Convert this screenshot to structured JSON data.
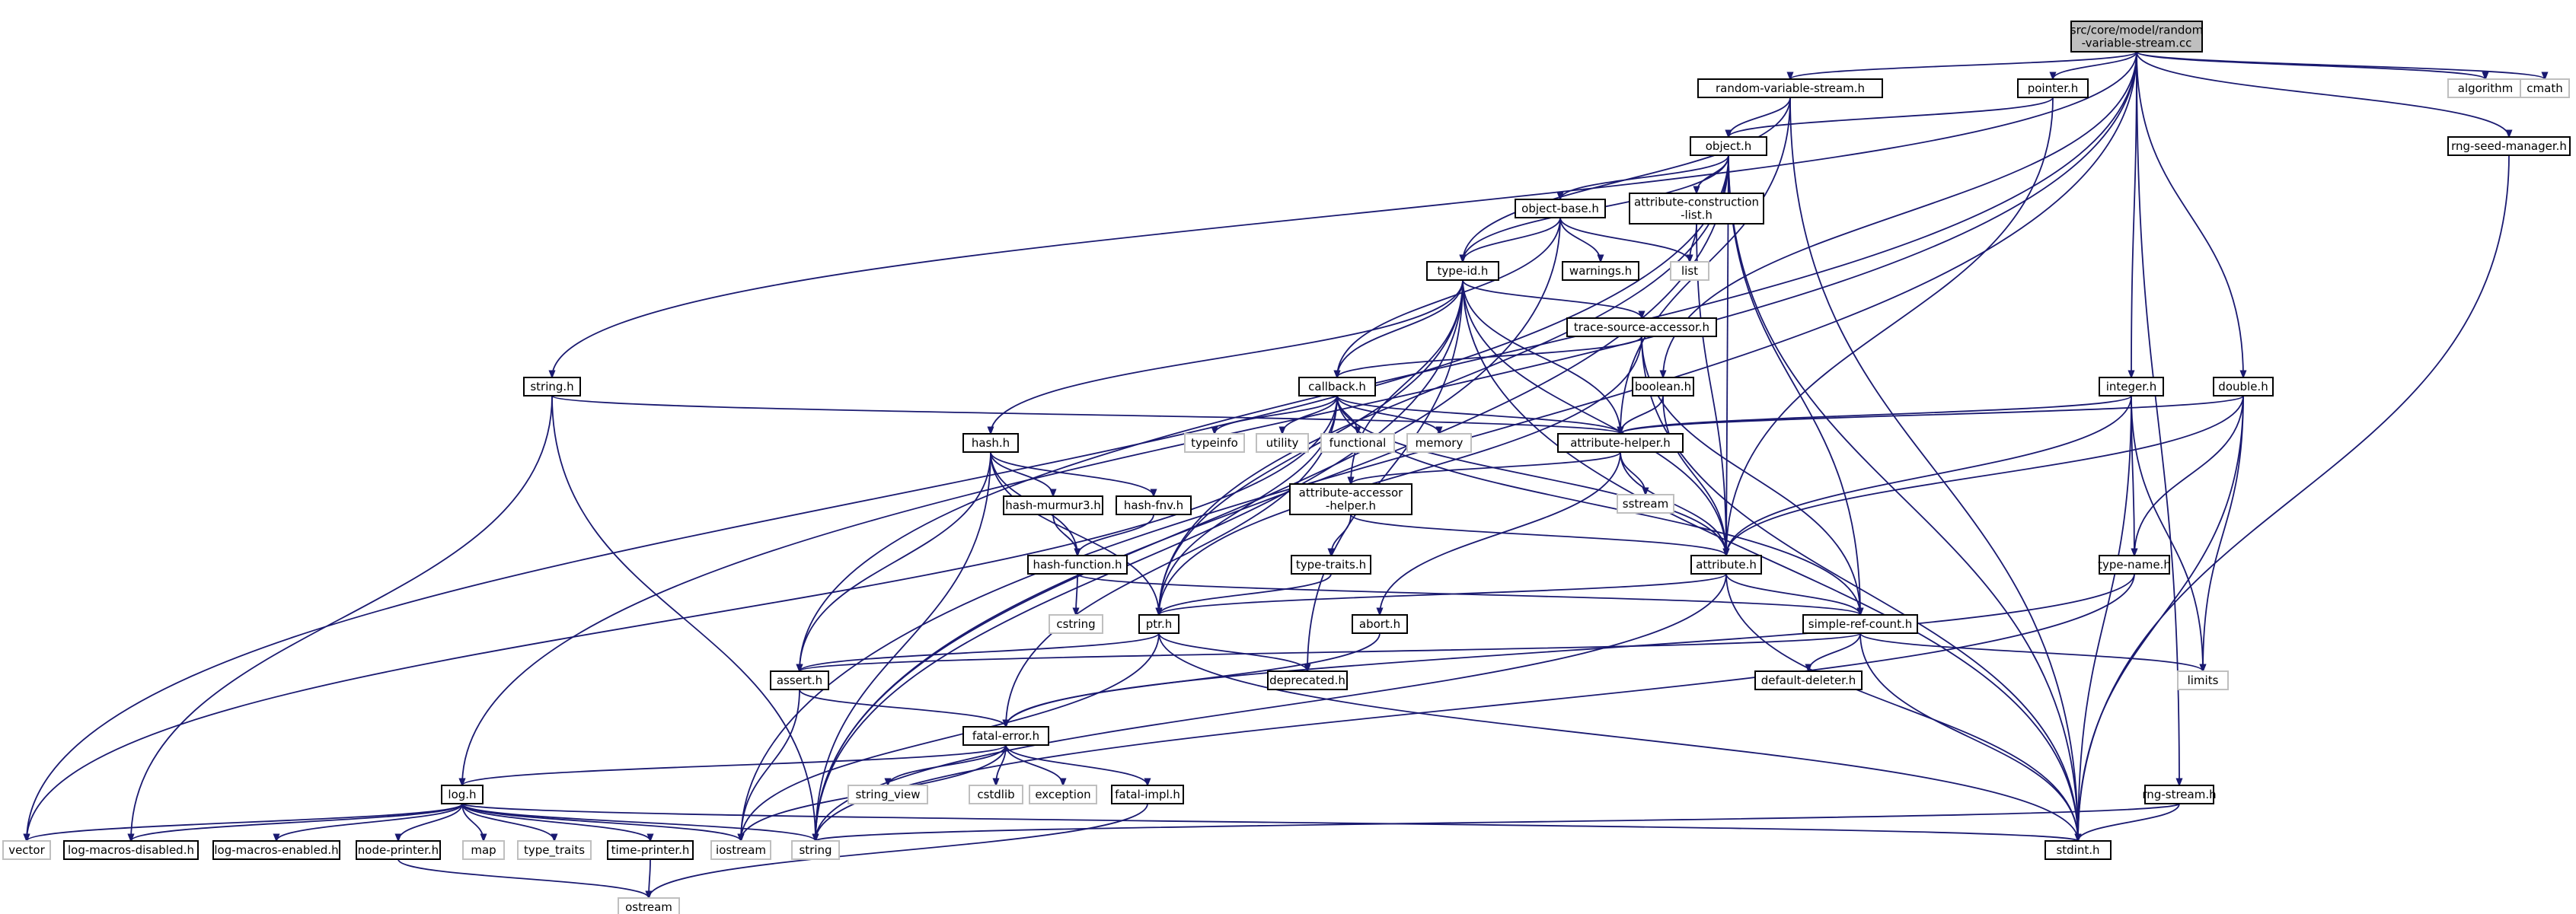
{
  "colors": {
    "edge": "#191970",
    "root_fill": "#bfbfbf",
    "external_border": "#bfbfbf",
    "box_border": "#000000"
  },
  "nodes": [
    {
      "id": "root",
      "label": [
        "src/core/model/random",
        "-variable-stream.cc"
      ],
      "kind": "root"
    },
    {
      "id": "rvs_h",
      "label": [
        "random-variable-stream.h"
      ],
      "kind": "file"
    },
    {
      "id": "pointer_h",
      "label": [
        "pointer.h"
      ],
      "kind": "file"
    },
    {
      "id": "algorithm",
      "label": [
        "algorithm"
      ],
      "kind": "external"
    },
    {
      "id": "cmath",
      "label": [
        "cmath"
      ],
      "kind": "external"
    },
    {
      "id": "rng_seed",
      "label": [
        "rng-seed-manager.h"
      ],
      "kind": "file"
    },
    {
      "id": "object_h",
      "label": [
        "object.h"
      ],
      "kind": "file"
    },
    {
      "id": "object_base_h",
      "label": [
        "object-base.h"
      ],
      "kind": "file"
    },
    {
      "id": "acl_h",
      "label": [
        "attribute-construction",
        "-list.h"
      ],
      "kind": "file"
    },
    {
      "id": "warnings_h",
      "label": [
        "warnings.h"
      ],
      "kind": "file"
    },
    {
      "id": "list",
      "label": [
        "list"
      ],
      "kind": "external"
    },
    {
      "id": "type_id_h",
      "label": [
        "type-id.h"
      ],
      "kind": "file"
    },
    {
      "id": "tsa_h",
      "label": [
        "trace-source-accessor.h"
      ],
      "kind": "file"
    },
    {
      "id": "string_h",
      "label": [
        "string.h"
      ],
      "kind": "file"
    },
    {
      "id": "callback_h",
      "label": [
        "callback.h"
      ],
      "kind": "file"
    },
    {
      "id": "boolean_h",
      "label": [
        "boolean.h"
      ],
      "kind": "file"
    },
    {
      "id": "integer_h",
      "label": [
        "integer.h"
      ],
      "kind": "file"
    },
    {
      "id": "double_h",
      "label": [
        "double.h"
      ],
      "kind": "file"
    },
    {
      "id": "hash_h",
      "label": [
        "hash.h"
      ],
      "kind": "file"
    },
    {
      "id": "typeinfo",
      "label": [
        "typeinfo"
      ],
      "kind": "external"
    },
    {
      "id": "utility",
      "label": [
        "utility"
      ],
      "kind": "external"
    },
    {
      "id": "functional",
      "label": [
        "functional"
      ],
      "kind": "external"
    },
    {
      "id": "memory",
      "label": [
        "memory"
      ],
      "kind": "external"
    },
    {
      "id": "attr_helper_h",
      "label": [
        "attribute-helper.h"
      ],
      "kind": "file"
    },
    {
      "id": "sstream",
      "label": [
        "sstream"
      ],
      "kind": "external"
    },
    {
      "id": "murmur_h",
      "label": [
        "hash-murmur3.h"
      ],
      "kind": "file"
    },
    {
      "id": "fnv_h",
      "label": [
        "hash-fnv.h"
      ],
      "kind": "file"
    },
    {
      "id": "aah_h",
      "label": [
        "attribute-accessor",
        "-helper.h"
      ],
      "kind": "file"
    },
    {
      "id": "hash_fn_h",
      "label": [
        "hash-function.h"
      ],
      "kind": "file"
    },
    {
      "id": "type_traits_h",
      "label": [
        "type-traits.h"
      ],
      "kind": "file"
    },
    {
      "id": "attribute_h",
      "label": [
        "attribute.h"
      ],
      "kind": "file"
    },
    {
      "id": "type_name_h",
      "label": [
        "type-name.h"
      ],
      "kind": "file"
    },
    {
      "id": "cstring",
      "label": [
        "cstring"
      ],
      "kind": "external"
    },
    {
      "id": "ptr_h",
      "label": [
        "ptr.h"
      ],
      "kind": "file"
    },
    {
      "id": "abort_h",
      "label": [
        "abort.h"
      ],
      "kind": "file"
    },
    {
      "id": "src_h",
      "label": [
        "simple-ref-count.h"
      ],
      "kind": "file"
    },
    {
      "id": "assert_h",
      "label": [
        "assert.h"
      ],
      "kind": "file"
    },
    {
      "id": "deprecated_h",
      "label": [
        "deprecated.h"
      ],
      "kind": "file"
    },
    {
      "id": "default_deleter_h",
      "label": [
        "default-deleter.h"
      ],
      "kind": "file"
    },
    {
      "id": "limits",
      "label": [
        "limits"
      ],
      "kind": "external"
    },
    {
      "id": "fatal_error_h",
      "label": [
        "fatal-error.h"
      ],
      "kind": "file"
    },
    {
      "id": "log_h",
      "label": [
        "log.h"
      ],
      "kind": "file"
    },
    {
      "id": "string_view",
      "label": [
        "string_view"
      ],
      "kind": "external"
    },
    {
      "id": "cstdlib",
      "label": [
        "cstdlib"
      ],
      "kind": "external"
    },
    {
      "id": "exception",
      "label": [
        "exception"
      ],
      "kind": "external"
    },
    {
      "id": "fatal_impl_h",
      "label": [
        "fatal-impl.h"
      ],
      "kind": "file"
    },
    {
      "id": "rng_stream_h",
      "label": [
        "rng-stream.h"
      ],
      "kind": "file"
    },
    {
      "id": "vector",
      "label": [
        "vector"
      ],
      "kind": "external"
    },
    {
      "id": "lmd_h",
      "label": [
        "log-macros-disabled.h"
      ],
      "kind": "file"
    },
    {
      "id": "lme_h",
      "label": [
        "log-macros-enabled.h"
      ],
      "kind": "file"
    },
    {
      "id": "node_printer_h",
      "label": [
        "node-printer.h"
      ],
      "kind": "file"
    },
    {
      "id": "map",
      "label": [
        "map"
      ],
      "kind": "external"
    },
    {
      "id": "type_traits",
      "label": [
        "type_traits"
      ],
      "kind": "external"
    },
    {
      "id": "time_printer_h",
      "label": [
        "time-printer.h"
      ],
      "kind": "file"
    },
    {
      "id": "iostream",
      "label": [
        "iostream"
      ],
      "kind": "external"
    },
    {
      "id": "string",
      "label": [
        "string"
      ],
      "kind": "external"
    },
    {
      "id": "stdint_h",
      "label": [
        "stdint.h"
      ],
      "kind": "file"
    },
    {
      "id": "ostream",
      "label": [
        "ostream"
      ],
      "kind": "external"
    }
  ],
  "edges": [
    [
      "root",
      "rvs_h"
    ],
    [
      "root",
      "pointer_h"
    ],
    [
      "root",
      "algorithm"
    ],
    [
      "root",
      "cmath"
    ],
    [
      "root",
      "rng_seed"
    ],
    [
      "root",
      "boolean_h"
    ],
    [
      "root",
      "integer_h"
    ],
    [
      "root",
      "double_h"
    ],
    [
      "root",
      "string_h"
    ],
    [
      "root",
      "log_h"
    ],
    [
      "root",
      "assert_h"
    ],
    [
      "root",
      "iostream"
    ],
    [
      "root",
      "rng_stream_h"
    ],
    [
      "rvs_h",
      "object_h"
    ],
    [
      "rvs_h",
      "type_id_h"
    ],
    [
      "rvs_h",
      "attr_helper_h"
    ],
    [
      "rvs_h",
      "stdint_h"
    ],
    [
      "pointer_h",
      "object_h"
    ],
    [
      "pointer_h",
      "attribute_h"
    ],
    [
      "rng_seed",
      "stdint_h"
    ],
    [
      "object_h",
      "object_base_h"
    ],
    [
      "object_h",
      "acl_h"
    ],
    [
      "object_h",
      "type_id_h"
    ],
    [
      "object_h",
      "attribute_h"
    ],
    [
      "object_h",
      "ptr_h"
    ],
    [
      "object_h",
      "src_h"
    ],
    [
      "object_h",
      "vector"
    ],
    [
      "object_h",
      "string"
    ],
    [
      "object_h",
      "stdint_h"
    ],
    [
      "object_base_h",
      "type_id_h"
    ],
    [
      "object_base_h",
      "warnings_h"
    ],
    [
      "object_base_h",
      "list"
    ],
    [
      "object_base_h",
      "callback_h"
    ],
    [
      "object_base_h",
      "string"
    ],
    [
      "acl_h",
      "list"
    ],
    [
      "acl_h",
      "attribute_h"
    ],
    [
      "type_id_h",
      "tsa_h"
    ],
    [
      "type_id_h",
      "callback_h"
    ],
    [
      "type_id_h",
      "attr_helper_h"
    ],
    [
      "type_id_h",
      "attribute_h"
    ],
    [
      "type_id_h",
      "hash_h"
    ],
    [
      "type_id_h",
      "aah_h"
    ],
    [
      "type_id_h",
      "deprecated_h"
    ],
    [
      "type_id_h",
      "string"
    ],
    [
      "type_id_h",
      "stdint_h"
    ],
    [
      "type_id_h",
      "ptr_h"
    ],
    [
      "tsa_h",
      "callback_h"
    ],
    [
      "tsa_h",
      "ptr_h"
    ],
    [
      "tsa_h",
      "src_h"
    ],
    [
      "tsa_h",
      "stdint_h"
    ],
    [
      "string_h",
      "attr_helper_h"
    ],
    [
      "string_h",
      "string"
    ],
    [
      "string_h",
      "lmd_h"
    ],
    [
      "callback_h",
      "typeinfo"
    ],
    [
      "callback_h",
      "utility"
    ],
    [
      "callback_h",
      "functional"
    ],
    [
      "callback_h",
      "memory"
    ],
    [
      "callback_h",
      "attr_helper_h"
    ],
    [
      "callback_h",
      "attribute_h"
    ],
    [
      "callback_h",
      "ptr_h"
    ],
    [
      "callback_h",
      "src_h"
    ],
    [
      "callback_h",
      "fatal_error_h"
    ],
    [
      "callback_h",
      "vector"
    ],
    [
      "boolean_h",
      "attr_helper_h"
    ],
    [
      "boolean_h",
      "attribute_h"
    ],
    [
      "integer_h",
      "attr_helper_h"
    ],
    [
      "integer_h",
      "attribute_h"
    ],
    [
      "integer_h",
      "type_name_h"
    ],
    [
      "integer_h",
      "limits"
    ],
    [
      "integer_h",
      "stdint_h"
    ],
    [
      "double_h",
      "attr_helper_h"
    ],
    [
      "double_h",
      "attribute_h"
    ],
    [
      "double_h",
      "type_name_h"
    ],
    [
      "double_h",
      "limits"
    ],
    [
      "double_h",
      "stdint_h"
    ],
    [
      "hash_h",
      "murmur_h"
    ],
    [
      "hash_h",
      "fnv_h"
    ],
    [
      "hash_h",
      "hash_fn_h"
    ],
    [
      "hash_h",
      "assert_h"
    ],
    [
      "hash_h",
      "ptr_h"
    ],
    [
      "hash_h",
      "string"
    ],
    [
      "attr_helper_h",
      "aah_h"
    ],
    [
      "attr_helper_h",
      "attribute_h"
    ],
    [
      "attr_helper_h",
      "sstream"
    ],
    [
      "attr_helper_h",
      "abort_h"
    ],
    [
      "murmur_h",
      "hash_fn_h"
    ],
    [
      "fnv_h",
      "hash_fn_h"
    ],
    [
      "aah_h",
      "type_traits_h"
    ],
    [
      "aah_h",
      "attribute_h"
    ],
    [
      "hash_fn_h",
      "cstring"
    ],
    [
      "hash_fn_h",
      "src_h"
    ],
    [
      "type_traits_h",
      "ptr_h"
    ],
    [
      "attribute_h",
      "ptr_h"
    ],
    [
      "attribute_h",
      "src_h"
    ],
    [
      "attribute_h",
      "string"
    ],
    [
      "attribute_h",
      "stdint_h"
    ],
    [
      "type_name_h",
      "fatal_error_h"
    ],
    [
      "type_name_h",
      "string"
    ],
    [
      "ptr_h",
      "assert_h"
    ],
    [
      "ptr_h",
      "deprecated_h"
    ],
    [
      "ptr_h",
      "iostream"
    ],
    [
      "ptr_h",
      "stdint_h"
    ],
    [
      "abort_h",
      "fatal_error_h"
    ],
    [
      "src_h",
      "assert_h"
    ],
    [
      "src_h",
      "default_deleter_h"
    ],
    [
      "src_h",
      "limits"
    ],
    [
      "src_h",
      "stdint_h"
    ],
    [
      "assert_h",
      "fatal_error_h"
    ],
    [
      "assert_h",
      "iostream"
    ],
    [
      "fatal_error_h",
      "log_h"
    ],
    [
      "fatal_error_h",
      "string_view"
    ],
    [
      "fatal_error_h",
      "cstdlib"
    ],
    [
      "fatal_error_h",
      "exception"
    ],
    [
      "fatal_error_h",
      "fatal_impl_h"
    ],
    [
      "fatal_error_h",
      "iostream"
    ],
    [
      "fatal_impl_h",
      "ostream"
    ],
    [
      "rng_stream_h",
      "string"
    ],
    [
      "rng_stream_h",
      "stdint_h"
    ],
    [
      "log_h",
      "vector"
    ],
    [
      "log_h",
      "lmd_h"
    ],
    [
      "log_h",
      "lme_h"
    ],
    [
      "log_h",
      "node_printer_h"
    ],
    [
      "log_h",
      "map"
    ],
    [
      "log_h",
      "type_traits"
    ],
    [
      "log_h",
      "time_printer_h"
    ],
    [
      "log_h",
      "iostream"
    ],
    [
      "log_h",
      "string"
    ],
    [
      "log_h",
      "stdint_h"
    ],
    [
      "node_printer_h",
      "ostream"
    ],
    [
      "time_printer_h",
      "ostream"
    ]
  ]
}
